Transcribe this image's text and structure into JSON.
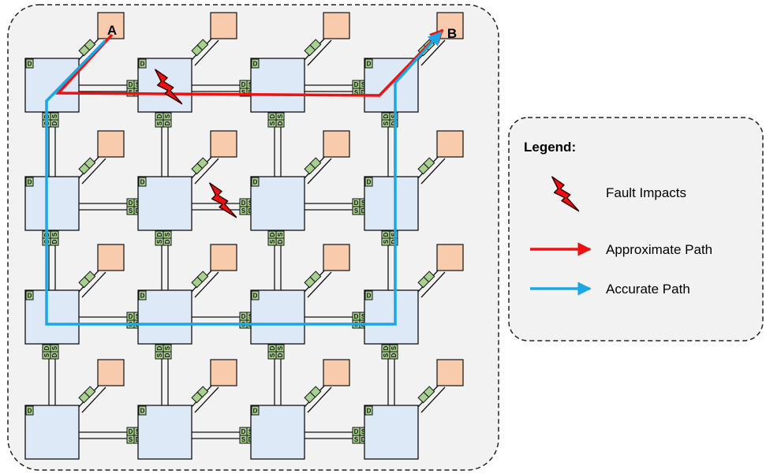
{
  "nodes": {
    "source_label": "A",
    "destination_label": "B",
    "port_d": "D",
    "port_s": "S"
  },
  "legend": {
    "title": "Legend:",
    "items": [
      {
        "label": "Fault Impacts"
      },
      {
        "label": "Approximate Path"
      },
      {
        "label": "Accurate Path"
      }
    ]
  },
  "colors": {
    "router_fill": "#dde9f6",
    "core_fill": "#f8cbad",
    "port_fill": "#a9d18e",
    "port_fill_light": "#e2efd9",
    "approximate_path": "#ee1111",
    "accurate_path": "#1aa7e4",
    "fault": "#ee1111",
    "mesh_background": "#f2f2f2"
  }
}
